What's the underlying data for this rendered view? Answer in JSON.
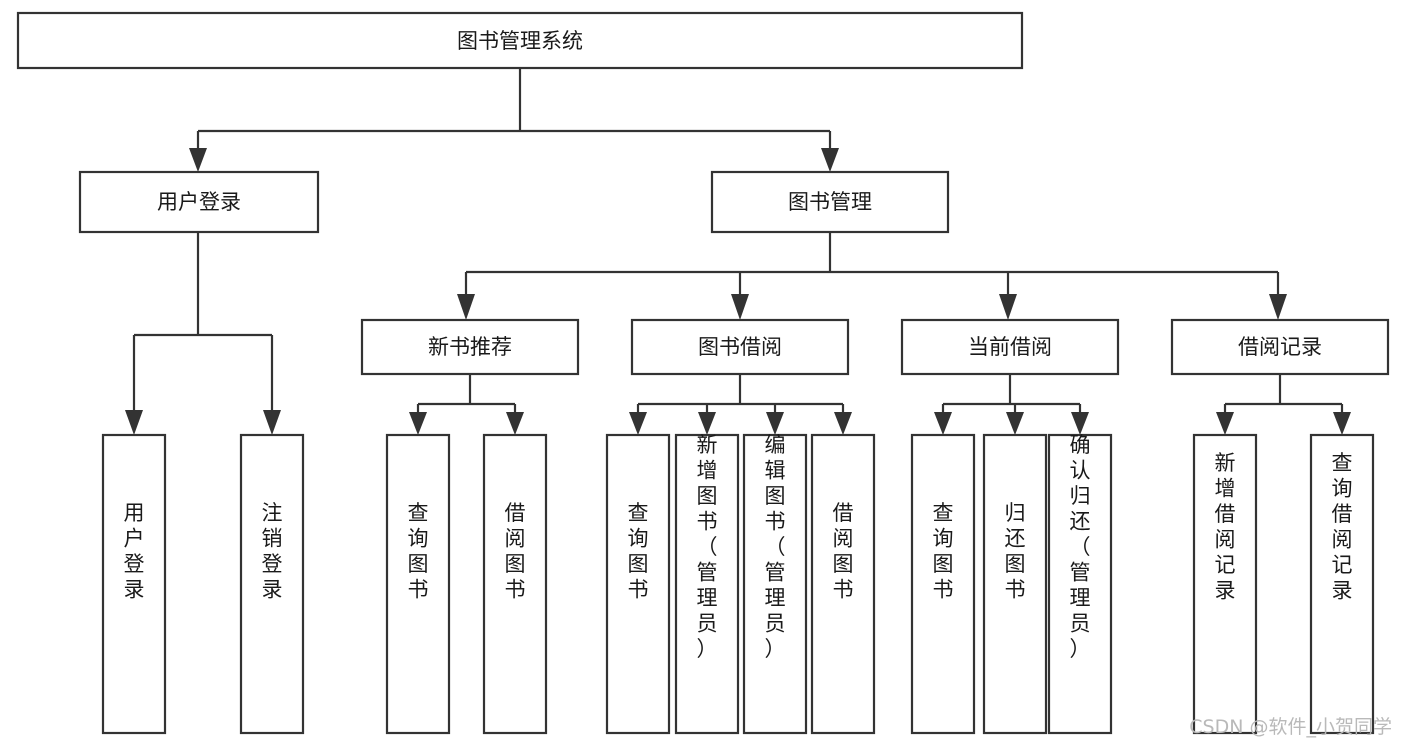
{
  "diagram": {
    "title": "图书管理系统",
    "type": "hierarchy-tree",
    "orientation": "top-down",
    "colors": {
      "box_fill": "#ffffff",
      "box_stroke": "#333333",
      "text": "#1a1a1a",
      "connector": "#333333",
      "background": "#ffffff",
      "watermark": "#b9b9b9"
    },
    "levels": {
      "root": {
        "label": "图书管理系统"
      },
      "level2": [
        {
          "label": "用户登录"
        },
        {
          "label": "图书管理"
        }
      ],
      "level3": [
        {
          "label": "新书推荐"
        },
        {
          "label": "图书借阅"
        },
        {
          "label": "当前借阅"
        },
        {
          "label": "借阅记录"
        }
      ],
      "leaves": {
        "user_login": [
          {
            "label": "用户登录"
          },
          {
            "label": "注销登录"
          }
        ],
        "new_book_recommend": [
          {
            "label": "查询图书"
          },
          {
            "label": "借阅图书"
          }
        ],
        "book_borrow": [
          {
            "label": "查询图书"
          },
          {
            "label": "新增图书（管理员）"
          },
          {
            "label": "编辑图书（管理员）"
          },
          {
            "label": "借阅图书"
          }
        ],
        "current_borrow": [
          {
            "label": "查询图书"
          },
          {
            "label": "归还图书"
          },
          {
            "label": "确认归还（管理员）"
          }
        ],
        "borrow_record": [
          {
            "label": "新增借阅记录"
          },
          {
            "label": "查询借阅记录"
          }
        ]
      }
    }
  },
  "watermark": {
    "text": "CSDN @软件_小贺同学"
  }
}
